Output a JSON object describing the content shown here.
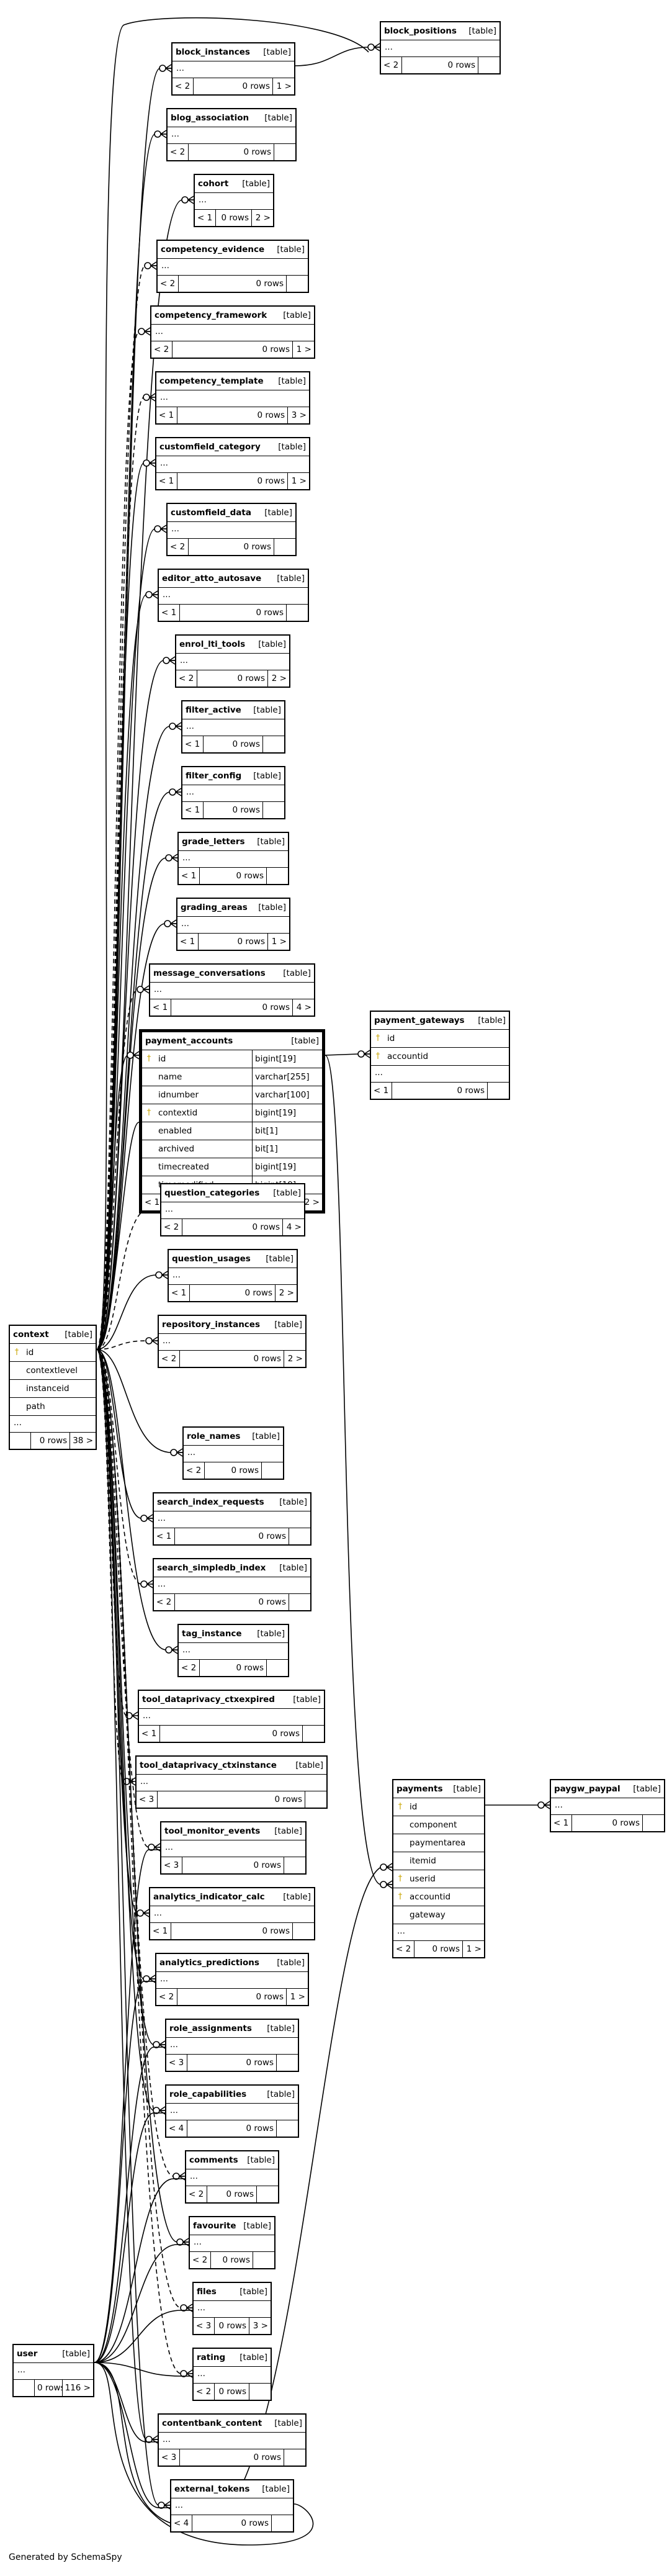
{
  "generator": "Generated by SchemaSpy",
  "colors": {
    "line": "#000000",
    "key": "#c9a400",
    "background": "#ffffff"
  },
  "tables": {
    "block_positions": {
      "name": "block_positions",
      "tag": "[table]",
      "ellipsis": "...",
      "lt": "< 2",
      "rows": "0 rows",
      "gt": ""
    },
    "block_instances": {
      "name": "block_instances",
      "tag": "[table]",
      "ellipsis": "...",
      "lt": "< 2",
      "rows": "0 rows",
      "gt": "1 >"
    },
    "blog_association": {
      "name": "blog_association",
      "tag": "[table]",
      "ellipsis": "...",
      "lt": "< 2",
      "rows": "0 rows",
      "gt": ""
    },
    "cohort": {
      "name": "cohort",
      "tag": "[table]",
      "ellipsis": "...",
      "lt": "< 1",
      "rows": "0 rows",
      "gt": "2 >"
    },
    "competency_evidence": {
      "name": "competency_evidence",
      "tag": "[table]",
      "ellipsis": "...",
      "lt": "< 2",
      "rows": "0 rows",
      "gt": ""
    },
    "competency_framework": {
      "name": "competency_framework",
      "tag": "[table]",
      "ellipsis": "...",
      "lt": "< 2",
      "rows": "0 rows",
      "gt": "1 >"
    },
    "competency_template": {
      "name": "competency_template",
      "tag": "[table]",
      "ellipsis": "...",
      "lt": "< 1",
      "rows": "0 rows",
      "gt": "3 >"
    },
    "customfield_category": {
      "name": "customfield_category",
      "tag": "[table]",
      "ellipsis": "...",
      "lt": "< 1",
      "rows": "0 rows",
      "gt": "1 >"
    },
    "customfield_data": {
      "name": "customfield_data",
      "tag": "[table]",
      "ellipsis": "...",
      "lt": "< 2",
      "rows": "0 rows",
      "gt": ""
    },
    "editor_atto_autosave": {
      "name": "editor_atto_autosave",
      "tag": "[table]",
      "ellipsis": "...",
      "lt": "< 1",
      "rows": "0 rows",
      "gt": ""
    },
    "enrol_lti_tools": {
      "name": "enrol_lti_tools",
      "tag": "[table]",
      "ellipsis": "...",
      "lt": "< 2",
      "rows": "0 rows",
      "gt": "2 >"
    },
    "filter_active": {
      "name": "filter_active",
      "tag": "[table]",
      "ellipsis": "...",
      "lt": "< 1",
      "rows": "0 rows",
      "gt": ""
    },
    "filter_config": {
      "name": "filter_config",
      "tag": "[table]",
      "ellipsis": "...",
      "lt": "< 1",
      "rows": "0 rows",
      "gt": ""
    },
    "grade_letters": {
      "name": "grade_letters",
      "tag": "[table]",
      "ellipsis": "...",
      "lt": "< 1",
      "rows": "0 rows",
      "gt": ""
    },
    "grading_areas": {
      "name": "grading_areas",
      "tag": "[table]",
      "ellipsis": "...",
      "lt": "< 1",
      "rows": "0 rows",
      "gt": "1 >"
    },
    "message_conversations": {
      "name": "message_conversations",
      "tag": "[table]",
      "ellipsis": "...",
      "lt": "< 1",
      "rows": "0 rows",
      "gt": "4 >"
    },
    "payment_accounts": {
      "name": "payment_accounts",
      "tag": "[table]",
      "columns": [
        {
          "key": "†",
          "name": "id",
          "type": "bigint[19]"
        },
        {
          "key": "",
          "name": "name",
          "type": "varchar[255]"
        },
        {
          "key": "",
          "name": "idnumber",
          "type": "varchar[100]"
        },
        {
          "key": "†",
          "name": "contextid",
          "type": "bigint[19]"
        },
        {
          "key": "",
          "name": "enabled",
          "type": "bit[1]"
        },
        {
          "key": "",
          "name": "archived",
          "type": "bit[1]"
        },
        {
          "key": "",
          "name": "timecreated",
          "type": "bigint[19]"
        },
        {
          "key": "",
          "name": "timemodified",
          "type": "bigint[19]"
        }
      ],
      "lt": "< 1",
      "rows": "0 rows",
      "gt": "2 >"
    },
    "payment_gateways": {
      "name": "payment_gateways",
      "tag": "[table]",
      "columns": [
        {
          "key": "†",
          "name": "id"
        },
        {
          "key": "†",
          "name": "accountid"
        }
      ],
      "ellipsis": "...",
      "lt": "< 1",
      "rows": "0 rows",
      "gt": ""
    },
    "question_categories": {
      "name": "question_categories",
      "tag": "[table]",
      "ellipsis": "...",
      "lt": "< 2",
      "rows": "0 rows",
      "gt": "4 >"
    },
    "question_usages": {
      "name": "question_usages",
      "tag": "[table]",
      "ellipsis": "...",
      "lt": "< 1",
      "rows": "0 rows",
      "gt": "2 >"
    },
    "repository_instances": {
      "name": "repository_instances",
      "tag": "[table]",
      "ellipsis": "...",
      "lt": "< 2",
      "rows": "0 rows",
      "gt": "2 >"
    },
    "context": {
      "name": "context",
      "tag": "[table]",
      "columns": [
        {
          "key": "†",
          "name": "id"
        },
        {
          "key": "",
          "name": "contextlevel"
        },
        {
          "key": "",
          "name": "instanceid"
        },
        {
          "key": "",
          "name": "path"
        }
      ],
      "ellipsis": "...",
      "lt": "",
      "rows": "0 rows",
      "gt": "38 >"
    },
    "role_names": {
      "name": "role_names",
      "tag": "[table]",
      "ellipsis": "...",
      "lt": "< 2",
      "rows": "0 rows",
      "gt": ""
    },
    "search_index_requests": {
      "name": "search_index_requests",
      "tag": "[table]",
      "ellipsis": "...",
      "lt": "< 1",
      "rows": "0 rows",
      "gt": ""
    },
    "search_simpledb_index": {
      "name": "search_simpledb_index",
      "tag": "[table]",
      "ellipsis": "...",
      "lt": "< 2",
      "rows": "0 rows",
      "gt": ""
    },
    "tag_instance": {
      "name": "tag_instance",
      "tag": "[table]",
      "ellipsis": "...",
      "lt": "< 2",
      "rows": "0 rows",
      "gt": ""
    },
    "tool_dataprivacy_ctxexpired": {
      "name": "tool_dataprivacy_ctxexpired",
      "tag": "[table]",
      "ellipsis": "...",
      "lt": "< 1",
      "rows": "0 rows",
      "gt": ""
    },
    "tool_dataprivacy_ctxinstance": {
      "name": "tool_dataprivacy_ctxinstance",
      "tag": "[table]",
      "ellipsis": "...",
      "lt": "< 3",
      "rows": "0 rows",
      "gt": ""
    },
    "tool_monitor_events": {
      "name": "tool_monitor_events",
      "tag": "[table]",
      "ellipsis": "...",
      "lt": "< 3",
      "rows": "0 rows",
      "gt": ""
    },
    "payments": {
      "name": "payments",
      "tag": "[table]",
      "columns": [
        {
          "key": "†",
          "name": "id"
        },
        {
          "key": "",
          "name": "component"
        },
        {
          "key": "",
          "name": "paymentarea"
        },
        {
          "key": "",
          "name": "itemid"
        },
        {
          "key": "†",
          "name": "userid"
        },
        {
          "key": "†",
          "name": "accountid"
        },
        {
          "key": "",
          "name": "gateway"
        }
      ],
      "ellipsis": "...",
      "lt": "< 2",
      "rows": "0 rows",
      "gt": "1 >"
    },
    "paygw_paypal": {
      "name": "paygw_paypal",
      "tag": "[table]",
      "ellipsis": "...",
      "lt": "< 1",
      "rows": "0 rows",
      "gt": ""
    },
    "analytics_indicator_calc": {
      "name": "analytics_indicator_calc",
      "tag": "[table]",
      "ellipsis": "...",
      "lt": "< 1",
      "rows": "0 rows",
      "gt": ""
    },
    "analytics_predictions": {
      "name": "analytics_predictions",
      "tag": "[table]",
      "ellipsis": "...",
      "lt": "< 2",
      "rows": "0 rows",
      "gt": "1 >"
    },
    "role_assignments": {
      "name": "role_assignments",
      "tag": "[table]",
      "ellipsis": "...",
      "lt": "< 3",
      "rows": "0 rows",
      "gt": ""
    },
    "role_capabilities": {
      "name": "role_capabilities",
      "tag": "[table]",
      "ellipsis": "...",
      "lt": "< 4",
      "rows": "0 rows",
      "gt": ""
    },
    "comments": {
      "name": "comments",
      "tag": "[table]",
      "ellipsis": "...",
      "lt": "< 2",
      "rows": "0 rows",
      "gt": ""
    },
    "favourite": {
      "name": "favourite",
      "tag": "[table]",
      "ellipsis": "...",
      "lt": "< 2",
      "rows": "0 rows",
      "gt": ""
    },
    "files": {
      "name": "files",
      "tag": "[table]",
      "ellipsis": "...",
      "lt": "< 3",
      "rows": "0 rows",
      "gt": "3 >"
    },
    "user": {
      "name": "user",
      "tag": "[table]",
      "ellipsis": "...",
      "lt": "",
      "rows": "0 rows",
      "gt": "116 >"
    },
    "rating": {
      "name": "rating",
      "tag": "[table]",
      "ellipsis": "...",
      "lt": "< 2",
      "rows": "0 rows",
      "gt": ""
    },
    "contentbank_content": {
      "name": "contentbank_content",
      "tag": "[table]",
      "ellipsis": "...",
      "lt": "< 3",
      "rows": "0 rows",
      "gt": ""
    },
    "external_tokens": {
      "name": "external_tokens",
      "tag": "[table]",
      "ellipsis": "...",
      "lt": "< 4",
      "rows": "0 rows",
      "gt": ""
    }
  }
}
